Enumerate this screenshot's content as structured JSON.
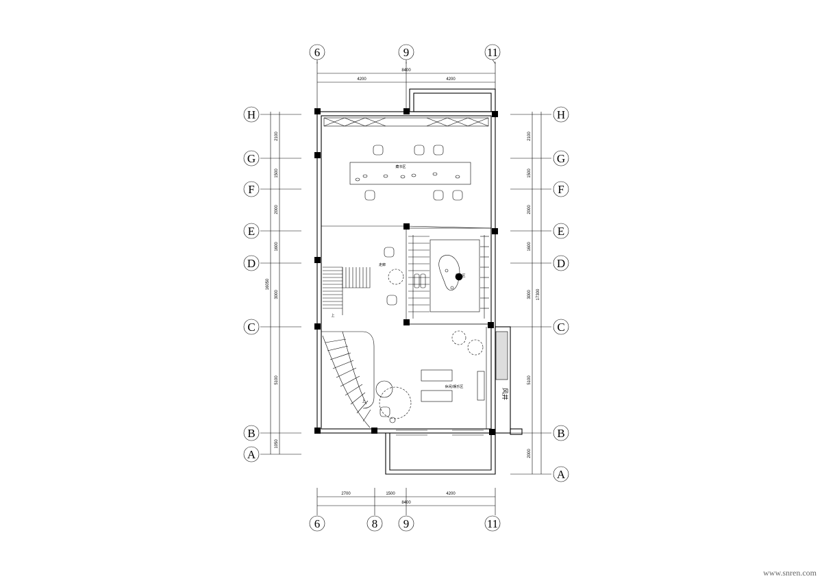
{
  "grid_top": [
    {
      "label": "6"
    },
    {
      "label": "9"
    },
    {
      "label": "11"
    }
  ],
  "grid_bottom": [
    {
      "label": "6"
    },
    {
      "label": "8"
    },
    {
      "label": "9"
    },
    {
      "label": "11"
    }
  ],
  "grid_left": [
    {
      "label": "H"
    },
    {
      "label": "G"
    },
    {
      "label": "F"
    },
    {
      "label": "E"
    },
    {
      "label": "D"
    },
    {
      "label": "C"
    },
    {
      "label": "B"
    },
    {
      "label": "A"
    }
  ],
  "grid_right": [
    {
      "label": "H"
    },
    {
      "label": "G"
    },
    {
      "label": "F"
    },
    {
      "label": "E"
    },
    {
      "label": "D"
    },
    {
      "label": "C"
    },
    {
      "label": "B"
    },
    {
      "label": "A"
    }
  ],
  "dims_top": {
    "total": "8400",
    "segments": [
      "4200",
      "4200"
    ]
  },
  "dims_bottom": {
    "total": "8400",
    "segments": [
      "2700",
      "1500",
      "4200"
    ]
  },
  "dims_left": {
    "total": "16050",
    "segments": [
      "2100",
      "1500",
      "2000",
      "1600",
      "3000",
      "5100",
      "1050"
    ]
  },
  "dims_right": {
    "total": "17300",
    "segments": [
      "2100",
      "1500",
      "2000",
      "1600",
      "3000",
      "5100",
      "2000"
    ]
  },
  "rooms": {
    "reading_area": "藏书区",
    "gallery": "走廊",
    "tea_area": "品茶区",
    "lounge": "休闲/娱乐区",
    "stair_up_1": "上",
    "stair_up_2": "上"
  },
  "annotations": {
    "shaft": "风井"
  },
  "watermark": "www.snren.com"
}
